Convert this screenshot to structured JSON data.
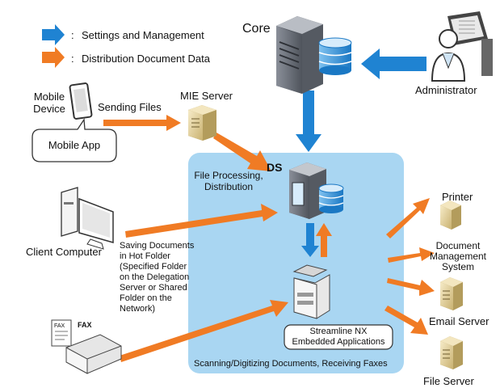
{
  "legend": {
    "blue_label": "Settings and Management",
    "orange_label": "Distribution Document Data",
    "separator": ":"
  },
  "colors": {
    "blue": "#1f83d2",
    "orange": "#f07b24",
    "ds_zone": "#a9d6f2"
  },
  "nodes": {
    "core": "Core",
    "administrator": "Administrator",
    "mobile_device": [
      "Mobile",
      "Device"
    ],
    "sending_files": "Sending Files",
    "mobile_app": "Mobile App",
    "mie_server": "MIE Server",
    "ds": "DS",
    "file_processing": [
      "File Processing,",
      "Distribution"
    ],
    "client_computer": "Client Computer",
    "saving_documents": [
      "Saving Documents",
      "in Hot Folder",
      "(Specified Folder",
      "on the Delegation",
      "Server  or Shared",
      "Folder on the",
      "Network)"
    ],
    "fax_label": "FAX",
    "fax_paper_label": "FAX",
    "streamline": [
      "Streamline NX",
      "Embedded Applications"
    ],
    "scanning": "Scanning/Digitizing  Documents,  Receiving  Faxes",
    "printer": "Printer",
    "dms": [
      "Document",
      "Management",
      "System"
    ],
    "email_server": "Email Server",
    "file_server": "File Server"
  },
  "icons": [
    "blue-arrow-icon",
    "orange-arrow-icon",
    "server-tower-icon",
    "database-icon",
    "administrator-icon",
    "tablet-icon",
    "server-box-icon",
    "monitor-icon",
    "fax-machine-icon",
    "multifunction-printer-icon"
  ]
}
